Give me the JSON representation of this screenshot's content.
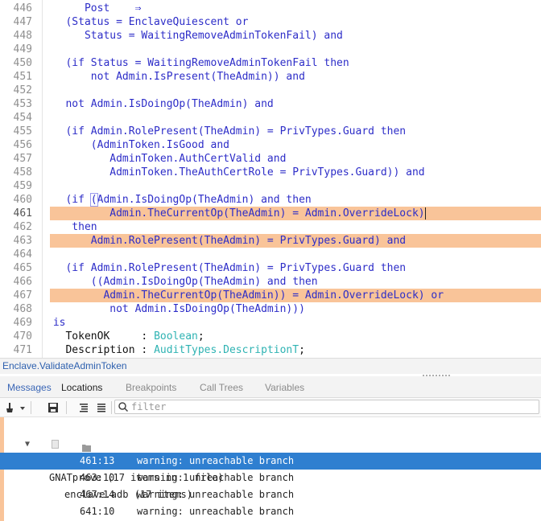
{
  "editor": {
    "lines": [
      {
        "no": "446",
        "segs": [
          {
            "t": "      Post    ",
            "c": "kw"
          },
          {
            "t": "⇒",
            "c": "kw"
          }
        ]
      },
      {
        "no": "447",
        "segs": [
          {
            "t": "   (Status = EnclaveQuiescent or",
            "c": "kw"
          }
        ]
      },
      {
        "no": "448",
        "segs": [
          {
            "t": "      Status = WaitingRemoveAdminTokenFail) and",
            "c": "kw"
          }
        ]
      },
      {
        "no": "449",
        "segs": []
      },
      {
        "no": "450",
        "segs": [
          {
            "t": "   (if Status = WaitingRemoveAdminTokenFail then",
            "c": "kw"
          }
        ]
      },
      {
        "no": "451",
        "segs": [
          {
            "t": "       not Admin.IsPresent(TheAdmin)) and",
            "c": "kw"
          }
        ]
      },
      {
        "no": "452",
        "segs": []
      },
      {
        "no": "453",
        "segs": [
          {
            "t": "   not Admin.IsDoingOp(TheAdmin) and",
            "c": "kw"
          }
        ]
      },
      {
        "no": "454",
        "segs": []
      },
      {
        "no": "455",
        "segs": [
          {
            "t": "   (if Admin.RolePresent(TheAdmin) = PrivTypes.Guard then",
            "c": "kw"
          }
        ]
      },
      {
        "no": "456",
        "segs": [
          {
            "t": "       (AdminToken.IsGood and",
            "c": "kw"
          }
        ]
      },
      {
        "no": "457",
        "segs": [
          {
            "t": "          AdminToken.AuthCertValid and",
            "c": "kw"
          }
        ]
      },
      {
        "no": "458",
        "segs": [
          {
            "t": "          AdminToken.TheAuthCertRole = PrivTypes.Guard)) and",
            "c": "kw"
          }
        ]
      },
      {
        "no": "459",
        "segs": []
      },
      {
        "no": "460",
        "segs": [
          {
            "t": "   (if ",
            "c": "kw"
          },
          {
            "t": "(",
            "c": "kw",
            "paren": true
          },
          {
            "t": "Admin.IsDoingOp(TheAdmin) and then",
            "c": "kw"
          }
        ]
      },
      {
        "no": "461",
        "hl": true,
        "current": true,
        "segs": [
          {
            "t": "          Admin.TheCurrentOp(TheAdmin) = Admin.OverrideLock",
            "c": "kw"
          },
          {
            "t": ")",
            "c": "kw",
            "cursor": true
          }
        ]
      },
      {
        "no": "462",
        "segs": [
          {
            "t": "    then",
            "c": "kw"
          }
        ]
      },
      {
        "no": "463",
        "hl": true,
        "segs": [
          {
            "t": "       Admin.RolePresent(TheAdmin) = PrivTypes.Guard) and",
            "c": "kw"
          }
        ]
      },
      {
        "no": "464",
        "segs": []
      },
      {
        "no": "465",
        "segs": [
          {
            "t": "   (if Admin.RolePresent(TheAdmin) = PrivTypes.Guard then",
            "c": "kw"
          }
        ]
      },
      {
        "no": "466",
        "segs": [
          {
            "t": "       ((Admin.IsDoingOp(TheAdmin) and then",
            "c": "kw"
          }
        ]
      },
      {
        "no": "467",
        "hl": true,
        "segs": [
          {
            "t": "         Admin.TheCurrentOp(TheAdmin)) = Admin.OverrideLock) or",
            "c": "kw"
          }
        ]
      },
      {
        "no": "468",
        "segs": [
          {
            "t": "          not Admin.IsDoingOp(TheAdmin)))",
            "c": "kw"
          }
        ]
      },
      {
        "no": "469",
        "segs": [
          {
            "t": " is",
            "c": "kw"
          }
        ]
      },
      {
        "no": "470",
        "segs": [
          {
            "t": "   TokenOK     : ",
            "c": "pl"
          },
          {
            "t": "Boolean",
            "c": "ty"
          },
          {
            "t": ";",
            "c": "pl"
          }
        ]
      },
      {
        "no": "471",
        "segs": [
          {
            "t": "   Description : ",
            "c": "pl"
          },
          {
            "t": "AuditTypes.DescriptionT",
            "c": "ty"
          },
          {
            "t": ";",
            "c": "pl"
          }
        ]
      }
    ]
  },
  "location_bar": {
    "text": "Enclave.ValidateAdminToken"
  },
  "panel": {
    "tabs": [
      {
        "label": "Messages",
        "state": "sel-msg"
      },
      {
        "label": "Locations",
        "state": "active"
      },
      {
        "label": "Breakpoints",
        "state": ""
      },
      {
        "label": "Call Trees",
        "state": ""
      },
      {
        "label": "Variables",
        "state": ""
      }
    ],
    "toolbar": {
      "filter_placeholder": "filter",
      "icons": [
        "brush-icon",
        "dropdown-arrow-icon",
        "save-icon",
        "expand-all-icon",
        "collapse-all-icon",
        "sort-icon"
      ]
    },
    "tree": {
      "root": {
        "label": "GNATprove (17 items in 1 file)"
      },
      "file": {
        "label": "enclave.adb (17 items)"
      },
      "messages": [
        {
          "loc": "461:13",
          "text": "warning: unreachable branch",
          "selected": true
        },
        {
          "loc": "463:10",
          "text": "warning: unreachable branch",
          "selected": false
        },
        {
          "loc": "467:14",
          "text": "warning: unreachable branch",
          "selected": false
        },
        {
          "loc": "641:10",
          "text": "warning: unreachable branch",
          "selected": false
        }
      ]
    }
  },
  "colors": {
    "keyword": "#2d2dc8",
    "type": "#2fb3b3",
    "highlight": "#f9c499",
    "selection": "#2f7fd0",
    "link": "#2c5fae"
  }
}
